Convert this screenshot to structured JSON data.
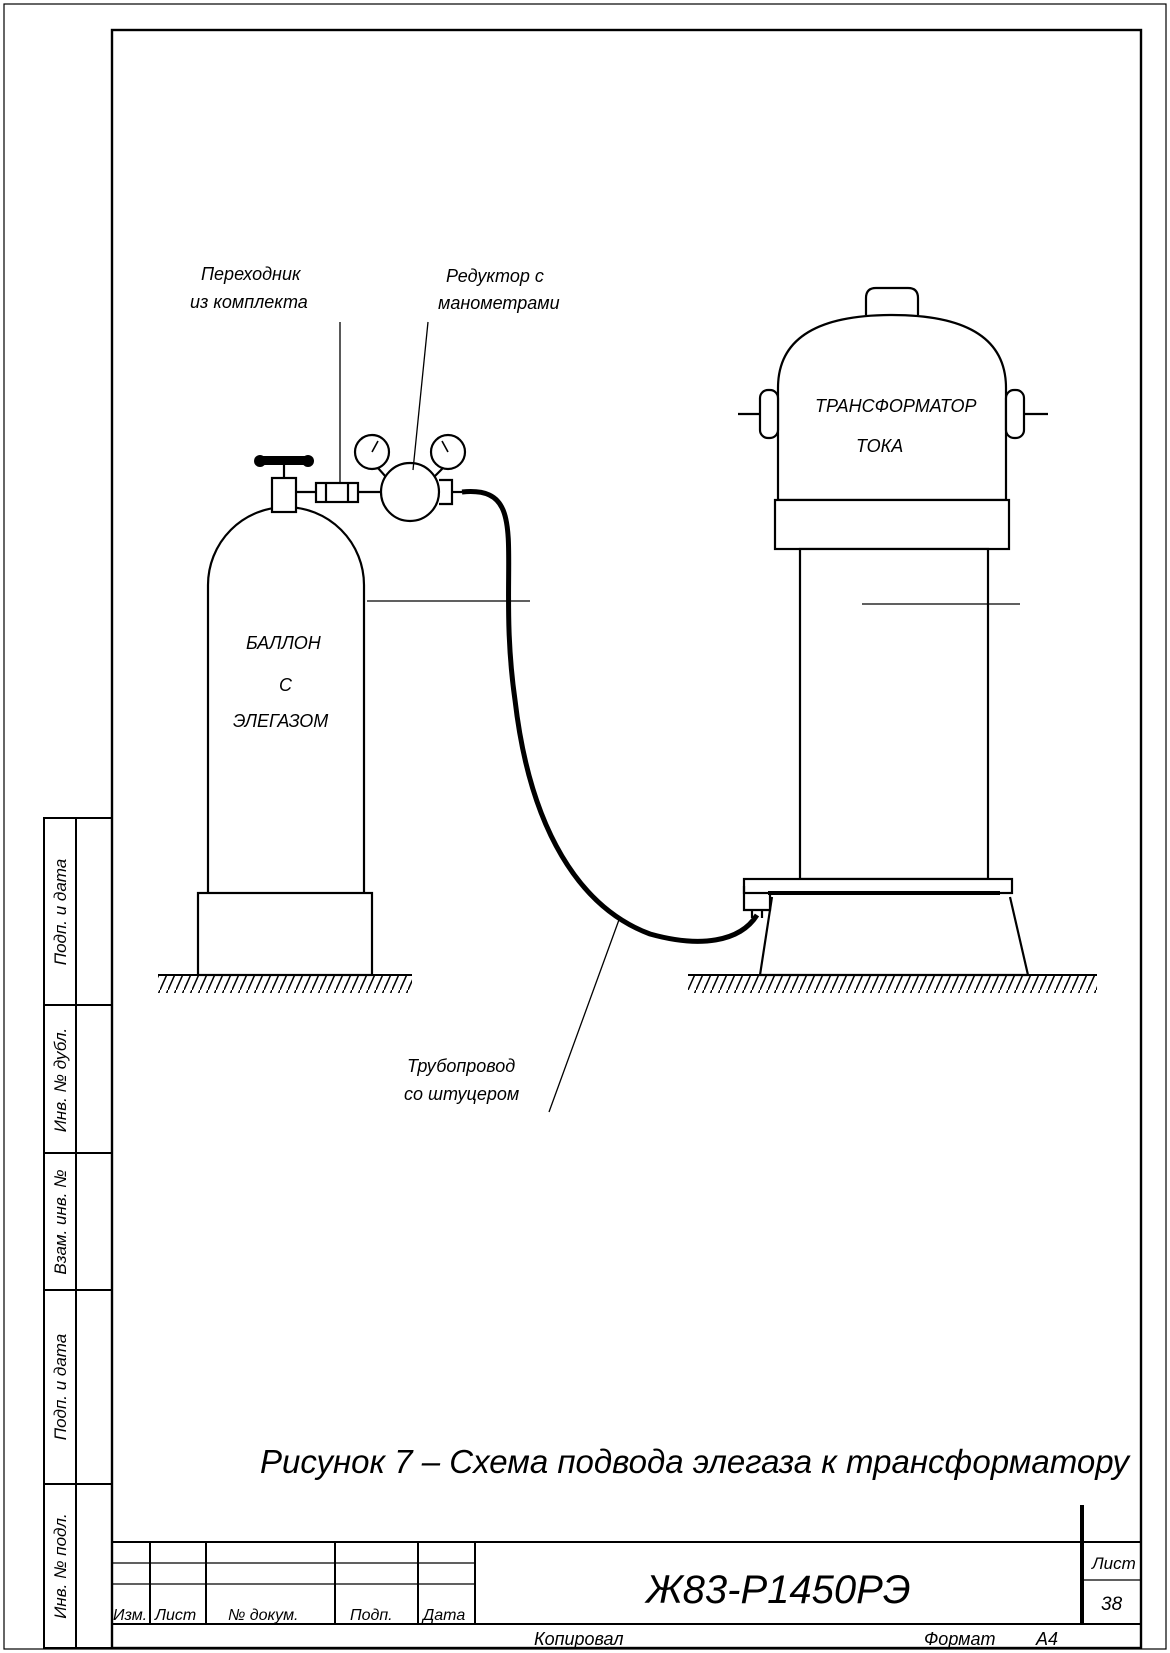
{
  "labels": {
    "adapter": [
      "Переходник",
      "из комплекта"
    ],
    "reducer": [
      "Редуктор с",
      "манометрами"
    ],
    "transformer": [
      "ТРАНСФОРМАТОР",
      "ТОКА"
    ],
    "cylinder": [
      "БАЛЛОН",
      "С",
      "ЭЛЕГАЗОМ"
    ],
    "pipeline": [
      "Трубопровод",
      "со штуцером"
    ]
  },
  "caption": "Рисунок 7 – Схема подвода элегаза к трансформатору",
  "title_block": {
    "doc_number": "Ж83-Р1450РЭ",
    "sheet_label": "Лист",
    "sheet_number": "38",
    "columns": [
      "Изм.",
      "Лист",
      "№ докум.",
      "Подп.",
      "Дата"
    ],
    "copied": "Копировал",
    "format_label": "Формат",
    "format_value": "А4"
  },
  "side_stamp": [
    "Инв. № подл.",
    "Подп. и дата",
    "Взам. инв. №",
    "Инв. № дубл.",
    "Подп. и дата"
  ]
}
